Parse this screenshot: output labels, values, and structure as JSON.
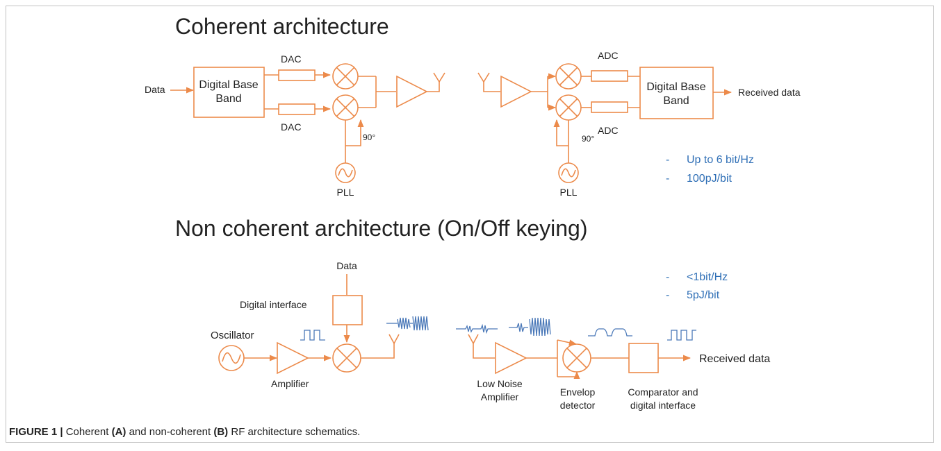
{
  "colors": {
    "schematic": "#ec8a4a",
    "note_text": "#2f6fb6",
    "waveform": "#4a78b8"
  },
  "coherent": {
    "title": "Coherent architecture",
    "tx": {
      "input_label": "Data",
      "dsp_label_line1": "Digital Base",
      "dsp_label_line2": "Band",
      "dac_top": "DAC",
      "dac_bottom": "DAC",
      "phase": "90°",
      "pll": "PLL"
    },
    "rx": {
      "adc_top": "ADC",
      "adc_bottom": "ADC",
      "phase": "90°",
      "pll": "PLL",
      "dsp_label_line1": "Digital Base",
      "dsp_label_line2": "Band",
      "output_label": "Received data"
    },
    "notes": [
      {
        "bullet": "-",
        "text": "Up to 6 bit/Hz"
      },
      {
        "bullet": "-",
        "text": "100pJ/bit"
      }
    ]
  },
  "noncoherent": {
    "title": "Non coherent architecture (On/Off keying)",
    "tx": {
      "data_label": "Data",
      "interface_label": "Digital interface",
      "oscillator_label": "Oscillator",
      "amplifier_label": "Amplifier"
    },
    "rx": {
      "lna_line1": "Low Noise",
      "lna_line2": "Amplifier",
      "env_line1": "Envelop",
      "env_line2": "detector",
      "comp_line1": "Comparator and",
      "comp_line2": "digital interface",
      "output_label": "Received data"
    },
    "notes": [
      {
        "bullet": "-",
        "text": "<1bit/Hz"
      },
      {
        "bullet": "-",
        "text": "5pJ/bit"
      }
    ]
  },
  "caption": {
    "figure_label": "FIGURE 1 |",
    "part1": " Coherent ",
    "a_label": "(A)",
    "part2": " and non-coherent ",
    "b_label": "(B)",
    "part3": " RF architecture schematics."
  }
}
